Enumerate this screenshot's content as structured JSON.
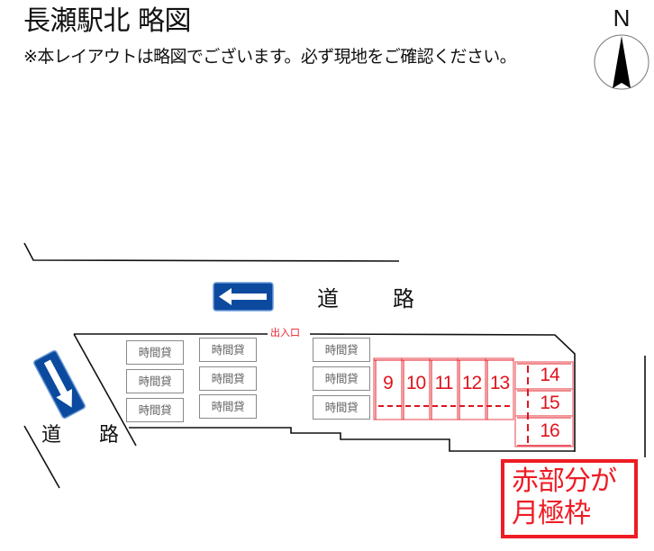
{
  "header": {
    "title": "長瀬駅北 略図",
    "subtitle": "※本レイアウトは略図でございます。必ず現地をご確認ください。"
  },
  "compass": {
    "label": "N",
    "icon": "north-arrow-icon"
  },
  "roads": {
    "top": {
      "label_1": "道",
      "label_2": "路",
      "sign_icon": "one-way-left-arrow-icon",
      "sign_color": "#0b4a9e"
    },
    "left": {
      "label_1": "道",
      "label_2": "路",
      "sign_icon": "one-way-down-arrow-icon",
      "sign_color": "#0b4a9e"
    }
  },
  "lot": {
    "entrance_label": "出入口",
    "hourly_spaces": [
      {
        "label": "時間貸",
        "column": 1,
        "row": 1
      },
      {
        "label": "時間貸",
        "column": 1,
        "row": 2
      },
      {
        "label": "時間貸",
        "column": 1,
        "row": 3
      },
      {
        "label": "時間貸",
        "column": 2,
        "row": 1
      },
      {
        "label": "時間貸",
        "column": 2,
        "row": 2
      },
      {
        "label": "時間貸",
        "column": 2,
        "row": 3
      },
      {
        "label": "時間貸",
        "column": 3,
        "row": 1
      },
      {
        "label": "時間貸",
        "column": 3,
        "row": 2
      },
      {
        "label": "時間貸",
        "column": 3,
        "row": 3
      }
    ],
    "monthly_spaces": [
      {
        "number": "9"
      },
      {
        "number": "10"
      },
      {
        "number": "11"
      },
      {
        "number": "12"
      },
      {
        "number": "13"
      },
      {
        "number": "14"
      },
      {
        "number": "15"
      },
      {
        "number": "16"
      }
    ],
    "monthly_color": "#e0141e"
  },
  "legend": {
    "line_1": "赤部分が",
    "line_2": "月極枠",
    "color": "#ee1c25"
  }
}
